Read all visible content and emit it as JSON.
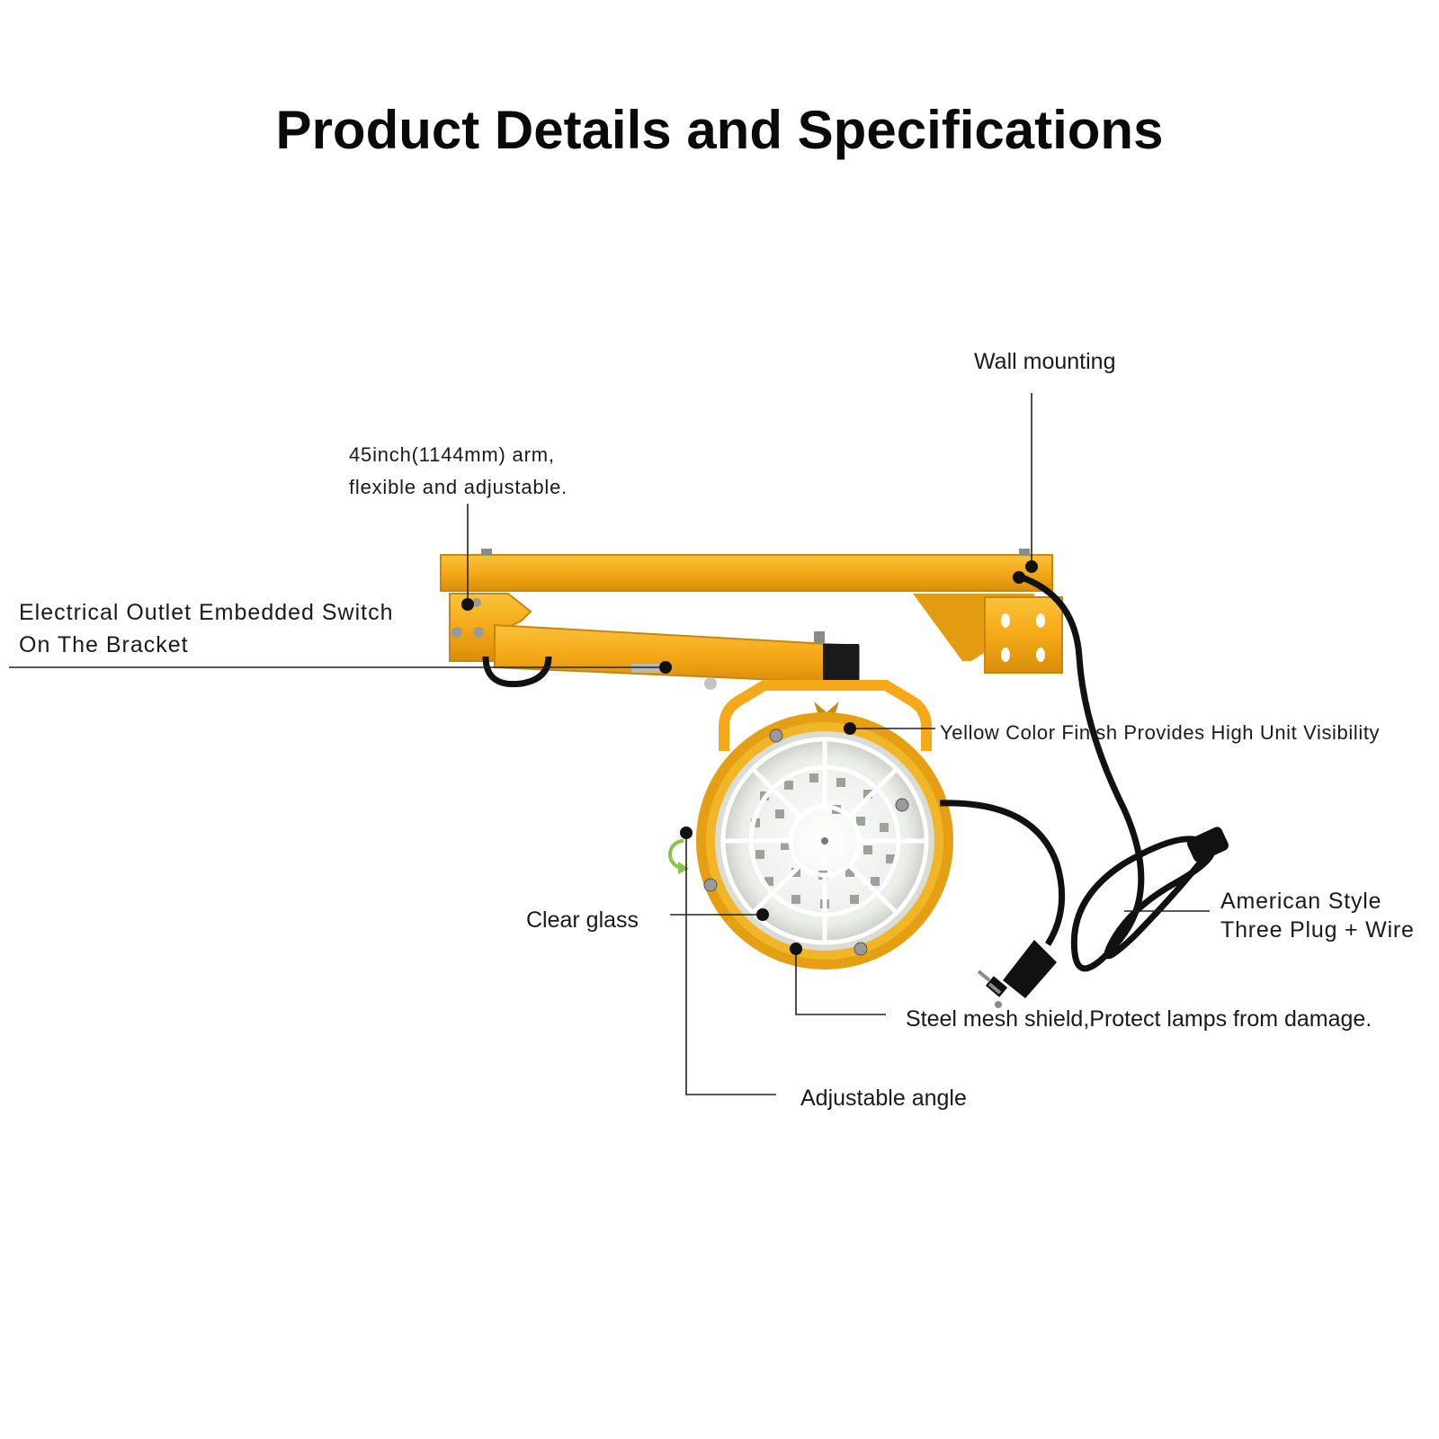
{
  "title": "Product Details and Specifications",
  "labels": {
    "wall_mounting": "Wall mounting",
    "arm_line1": "45inch(1144mm) arm,",
    "arm_line2": "flexible and adjustable.",
    "outlet_line1": "Electrical Outlet Embedded Switch",
    "outlet_line2": "On The Bracket",
    "yellow_finish": "Yellow Color Finish Provides High Unit Visibility",
    "clear_glass": "Clear glass",
    "plug_line1": "American Style",
    "plug_line2": "Three Plug + Wire",
    "mesh_shield": "Steel mesh shield,Protect lamps from damage.",
    "adjustable_angle": "Adjustable angle"
  },
  "colors": {
    "body_yellow": "#F5B01C",
    "body_shadow": "#D48F0C",
    "cable": "#111111",
    "leader": "#222222",
    "lens": "#F3F4F2",
    "rotate_arrow": "#8BC34A"
  }
}
